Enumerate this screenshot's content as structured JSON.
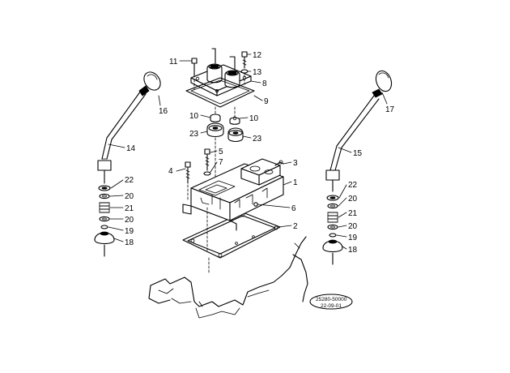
{
  "diagram": {
    "callouts": [
      "1",
      "2",
      "3",
      "4",
      "5",
      "6",
      "7",
      "8",
      "9",
      "10",
      "10",
      "11",
      "12",
      "13",
      "14",
      "15",
      "16",
      "17",
      "18",
      "18",
      "19",
      "19",
      "20",
      "20",
      "20",
      "20",
      "21",
      "21",
      "22",
      "22",
      "23",
      "23"
    ],
    "stamp": {
      "line1": "25280-50000",
      "line2": "22-09-01"
    }
  }
}
